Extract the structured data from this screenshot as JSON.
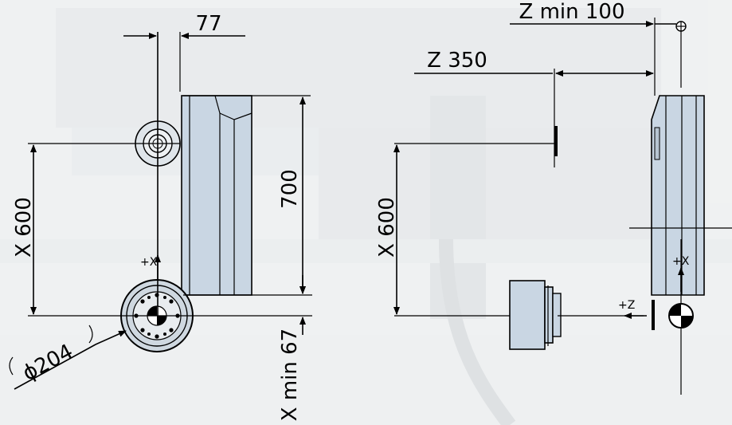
{
  "diagram": {
    "colors": {
      "background": "#f1f3f4",
      "part_fill": "#c9d6e3",
      "line": "#000000"
    },
    "left_view": {
      "dim_top": "77",
      "dim_height": "700",
      "dim_x": "X 600",
      "dim_x_min": "X min 67",
      "dim_diameter": "ϕ204",
      "axis_x": "+X"
    },
    "right_view": {
      "dim_z_min": "Z min 100",
      "dim_z": "Z 350",
      "dim_x": "X 600",
      "axis_x": "+X",
      "axis_z": "+Z"
    }
  }
}
